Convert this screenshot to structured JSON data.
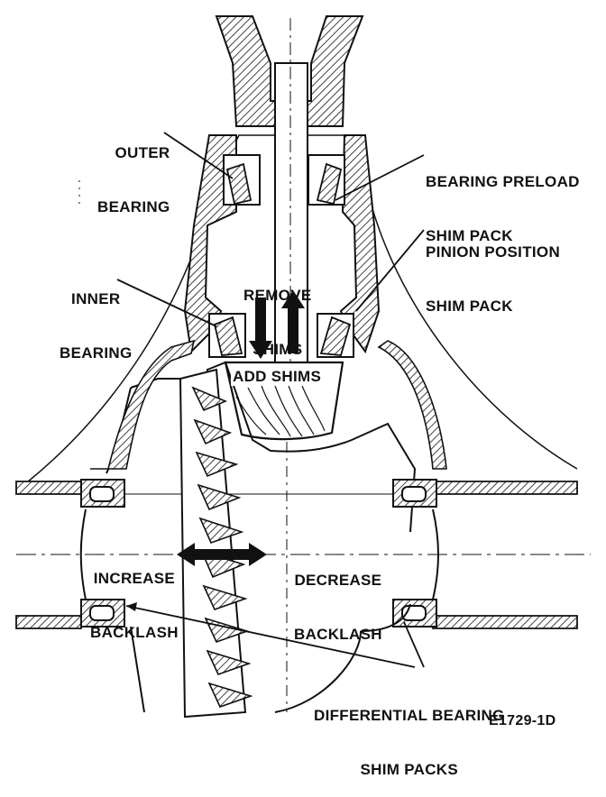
{
  "labels": {
    "outer_bearing": [
      "OUTER",
      "BEARING"
    ],
    "bearing_preload": [
      "BEARING PRELOAD",
      "SHIM PACK"
    ],
    "pinion_position": [
      "PINION POSITION",
      "SHIM PACK"
    ],
    "inner_bearing": [
      "INNER",
      "BEARING"
    ],
    "remove_shims": [
      "REMOVE",
      "SHIMS"
    ],
    "add_shims": "ADD SHIMS",
    "increase_backlash": [
      "INCREASE",
      "BACKLASH"
    ],
    "decrease_backlash": [
      "DECREASE",
      "BACKLASH"
    ],
    "differential_bearing": [
      "DIFFERENTIAL BEARING",
      "SHIM PACKS"
    ],
    "figure_code": "E1729-1D"
  },
  "colors": {
    "ink": "#111111",
    "paper": "#ffffff"
  }
}
